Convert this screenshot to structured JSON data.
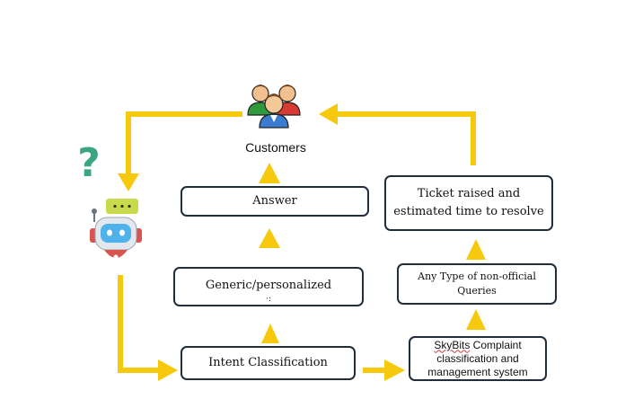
{
  "colors": {
    "arrow": "#f7c90d",
    "box_border": "#1f2d3d",
    "text": "#111111",
    "question_mark": "#3aa582",
    "robot_body": "#e2e8ee",
    "robot_screen": "#4fb2ea",
    "chat_bubble": "#c9db4c"
  },
  "customers": {
    "icon": "people-group-icon",
    "label": "Customers"
  },
  "chatbot": {
    "icon": "chatbot-robot-icon",
    "question_icon": "question-mark-icon"
  },
  "boxes": {
    "answer": "Answer",
    "generic": {
      "line1": "Generic/personalized",
      "line2": "·:"
    },
    "intent": "Intent Classification",
    "skybits": {
      "brand": "SkyBits",
      "line1_rest": " Complaint",
      "line2": "classification and",
      "line3": "management system"
    },
    "queries": {
      "line1": "Any Type of non-official",
      "line2": "Queries"
    },
    "ticket": {
      "line1": "Ticket raised and",
      "line2": "estimated time to resolve"
    }
  }
}
